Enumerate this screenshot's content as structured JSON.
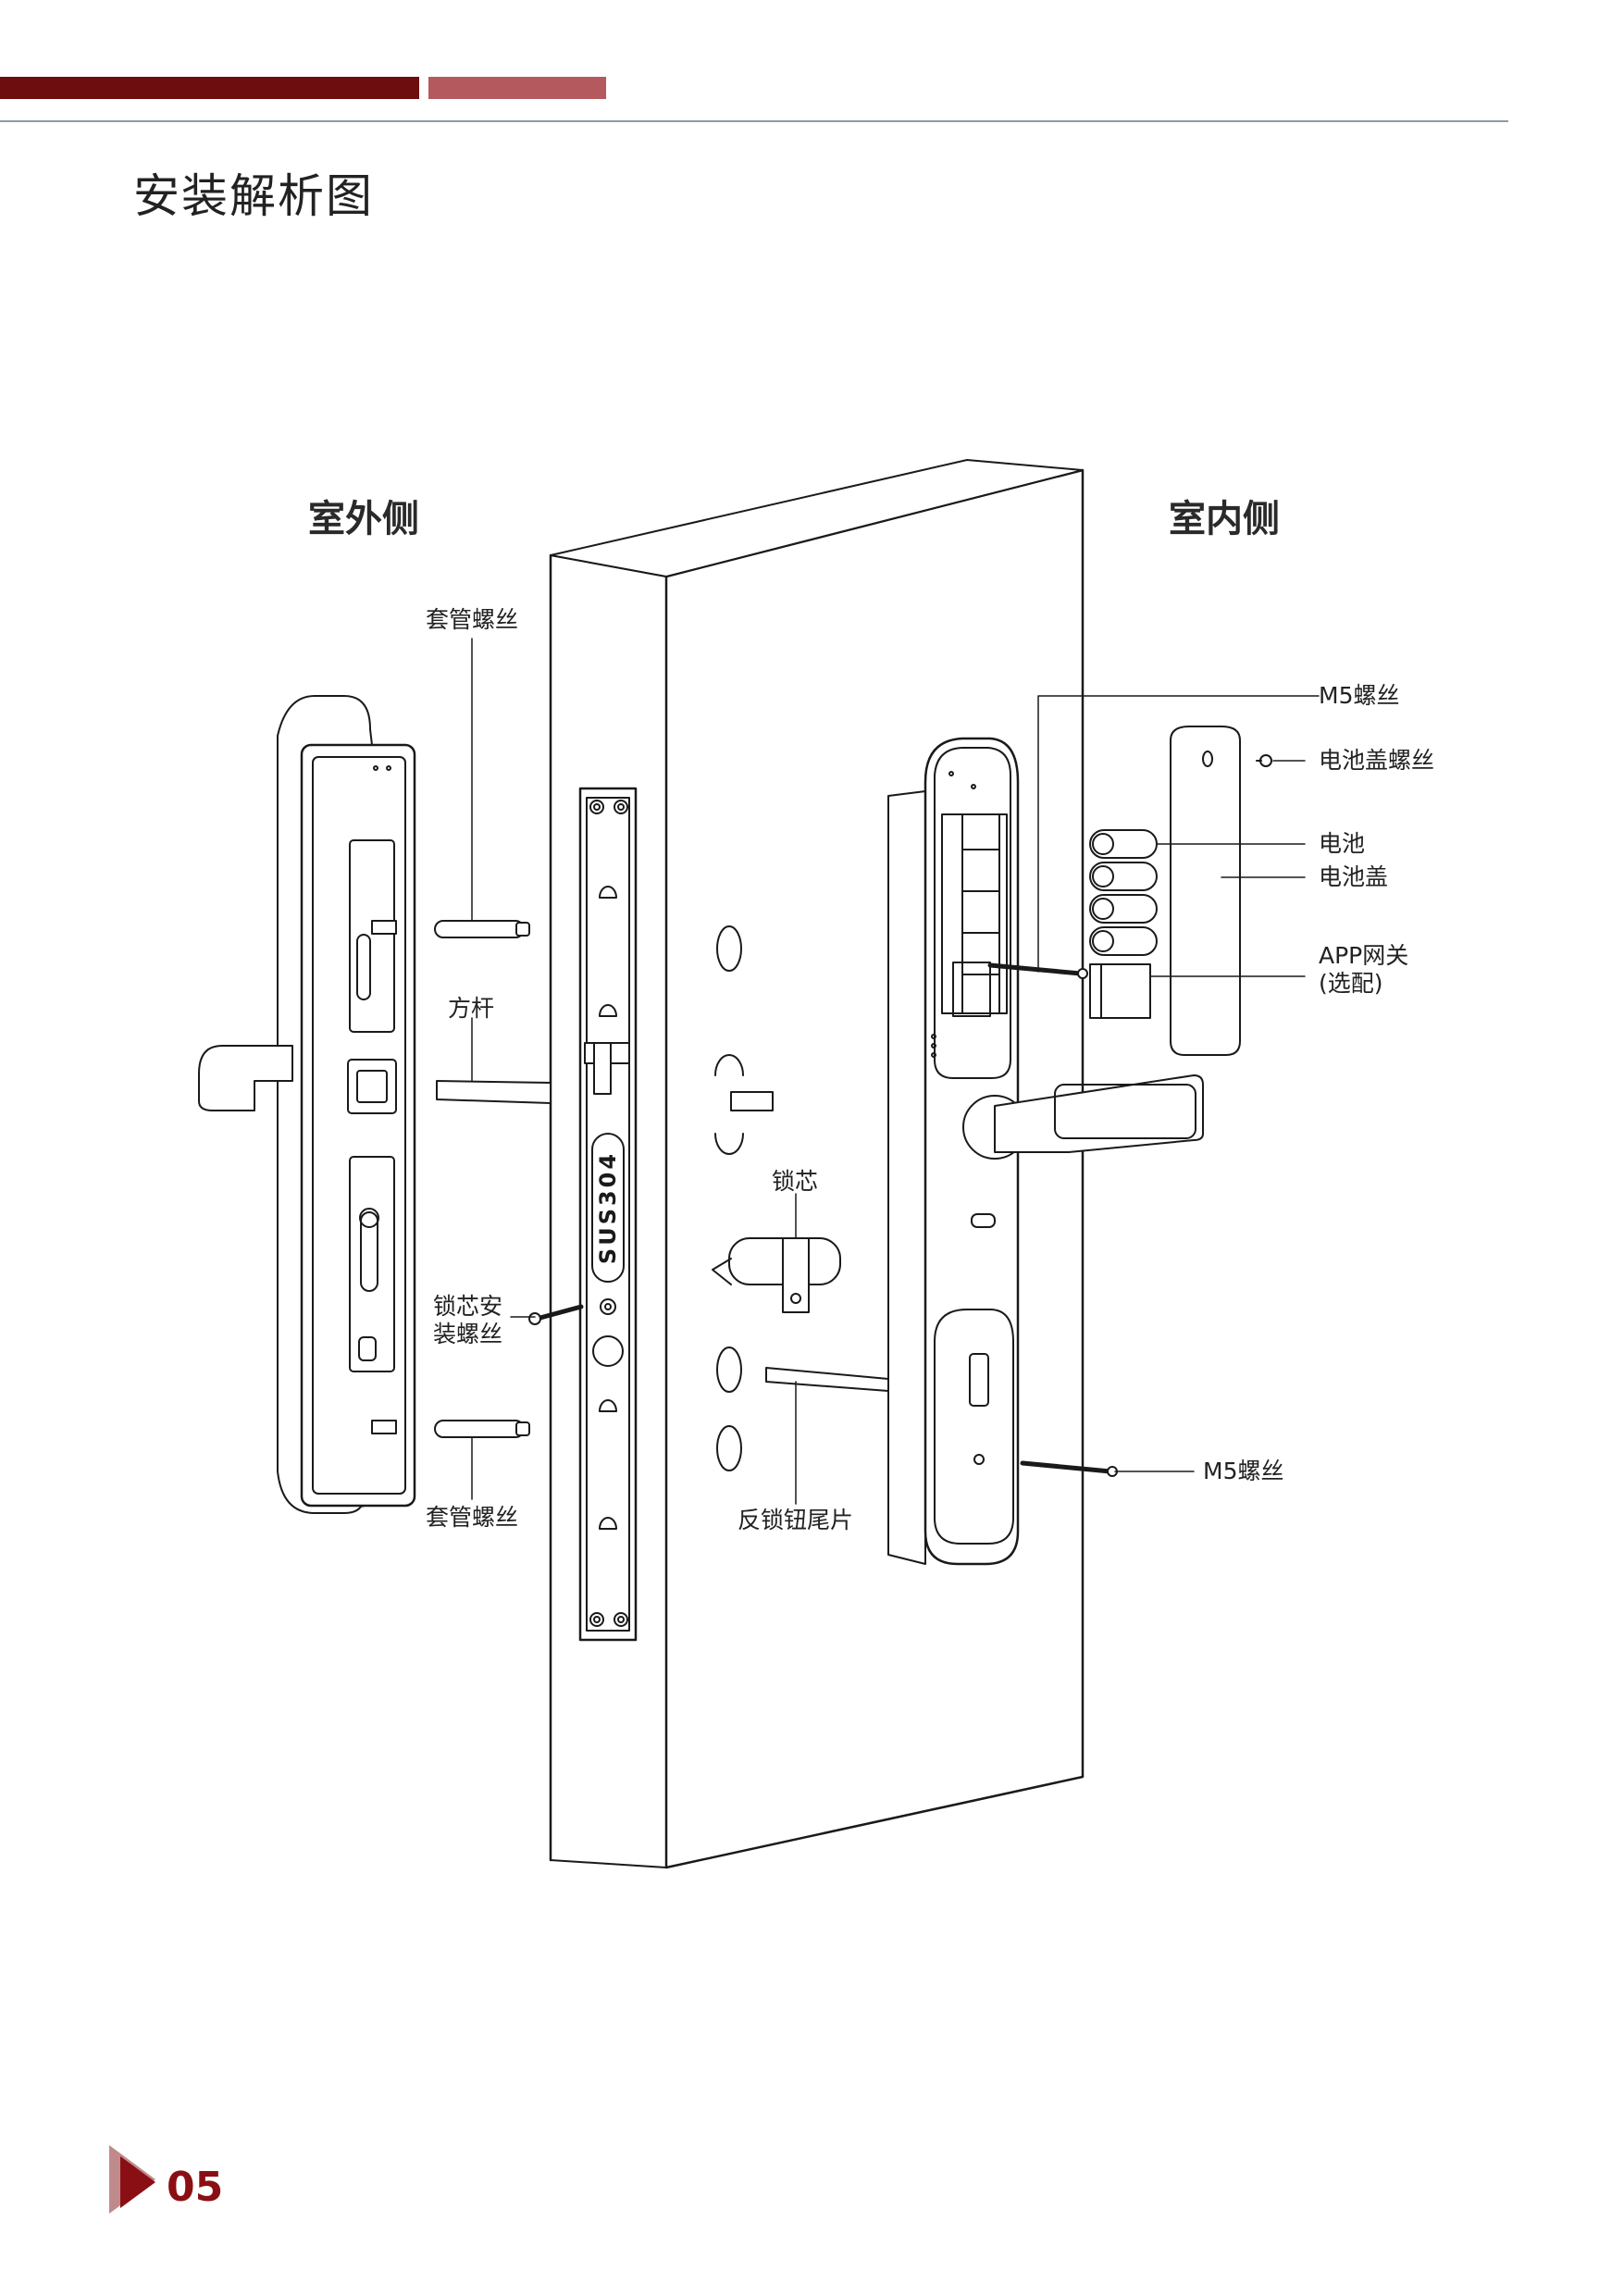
{
  "header": {
    "title": "安装解析图",
    "colors": {
      "bar_dark": "#6e0d10",
      "bar_light": "#b45a5f",
      "rule": "#8d9aa5"
    }
  },
  "sides": {
    "outdoor": "室外侧",
    "indoor": "室内侧"
  },
  "labels": {
    "sleeve_screw_top": "套管螺丝",
    "square_bar": "方杆",
    "cylinder_screw_line1": "锁芯安",
    "cylinder_screw_line2": "装螺丝",
    "sleeve_screw_bottom": "套管螺丝",
    "lock_cylinder": "锁芯",
    "anti_lock_tail": "反锁钮尾片",
    "m5_screw_top": "M5螺丝",
    "battery_cover_screw": "电池盖螺丝",
    "battery": "电池",
    "battery_cover": "电池盖",
    "app_gateway_line1": "APP网关",
    "app_gateway_line2": "(选配)",
    "m5_screw_bottom": "M5螺丝"
  },
  "mortise_plate_text": "SUS304",
  "footer": {
    "page_number": "05",
    "arrow_color": "#8a0f14"
  }
}
